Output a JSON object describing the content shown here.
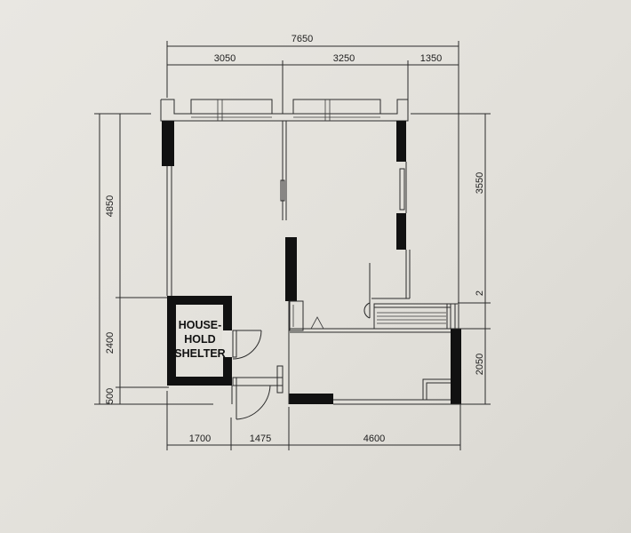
{
  "dimensions": {
    "top_total": "7650",
    "top_segments": [
      "3050",
      "3250",
      "1350"
    ],
    "bottom_segments": [
      "1700",
      "1475",
      "4600"
    ],
    "left_segments": [
      "4850",
      "2400",
      "500"
    ],
    "right_segments": [
      "3550",
      "2",
      "2050"
    ]
  },
  "rooms": {
    "shelter_label": [
      "HOUSE-",
      "HOLD",
      "SHELTER"
    ]
  },
  "colors": {
    "wall": "#111111",
    "line": "#2b2b2b",
    "paper": "#e6e4df"
  }
}
